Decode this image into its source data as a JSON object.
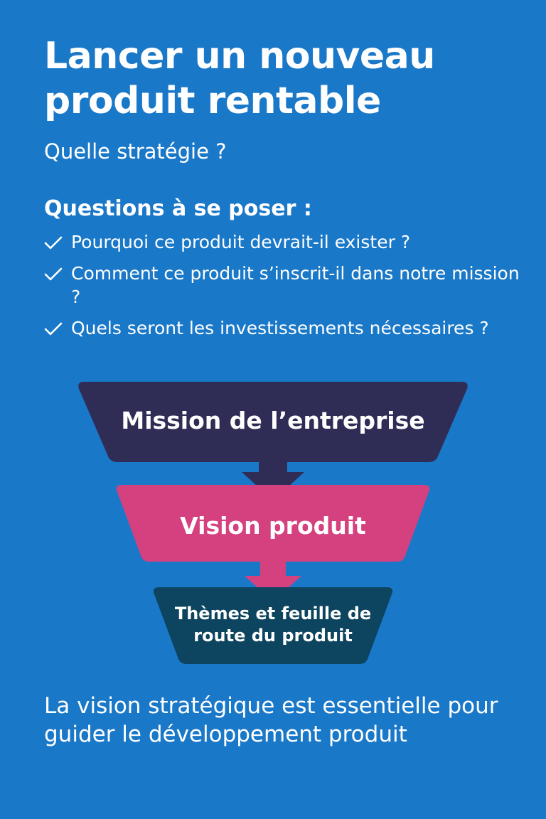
{
  "header": {
    "title_line1": "Lancer un nouveau",
    "title_line2": "produit rentable",
    "subtitle": "Quelle stratégie ?"
  },
  "questions": {
    "heading": "Questions à se poser :",
    "items": [
      {
        "label": "Pourquoi ce produit devrait-il exister ?"
      },
      {
        "label": "Comment ce produit s’inscrit-il dans notre mission ?"
      },
      {
        "label": "Quels seront les investissements nécessaires ?"
      }
    ]
  },
  "funnel": {
    "stages": [
      {
        "label": "Mission de l’entreprise",
        "color": "#2f2d55"
      },
      {
        "label": "Vision produit",
        "color": "#d5417f"
      },
      {
        "label": "Thèmes et feuille de route du produit",
        "color": "#0d445f"
      }
    ]
  },
  "footer": {
    "text": "La vision stratégique est essentielle pour guider le développement produit"
  },
  "colors": {
    "background": "#1a78c8",
    "text": "#ffffff"
  },
  "icons": {
    "check": "check-icon"
  }
}
